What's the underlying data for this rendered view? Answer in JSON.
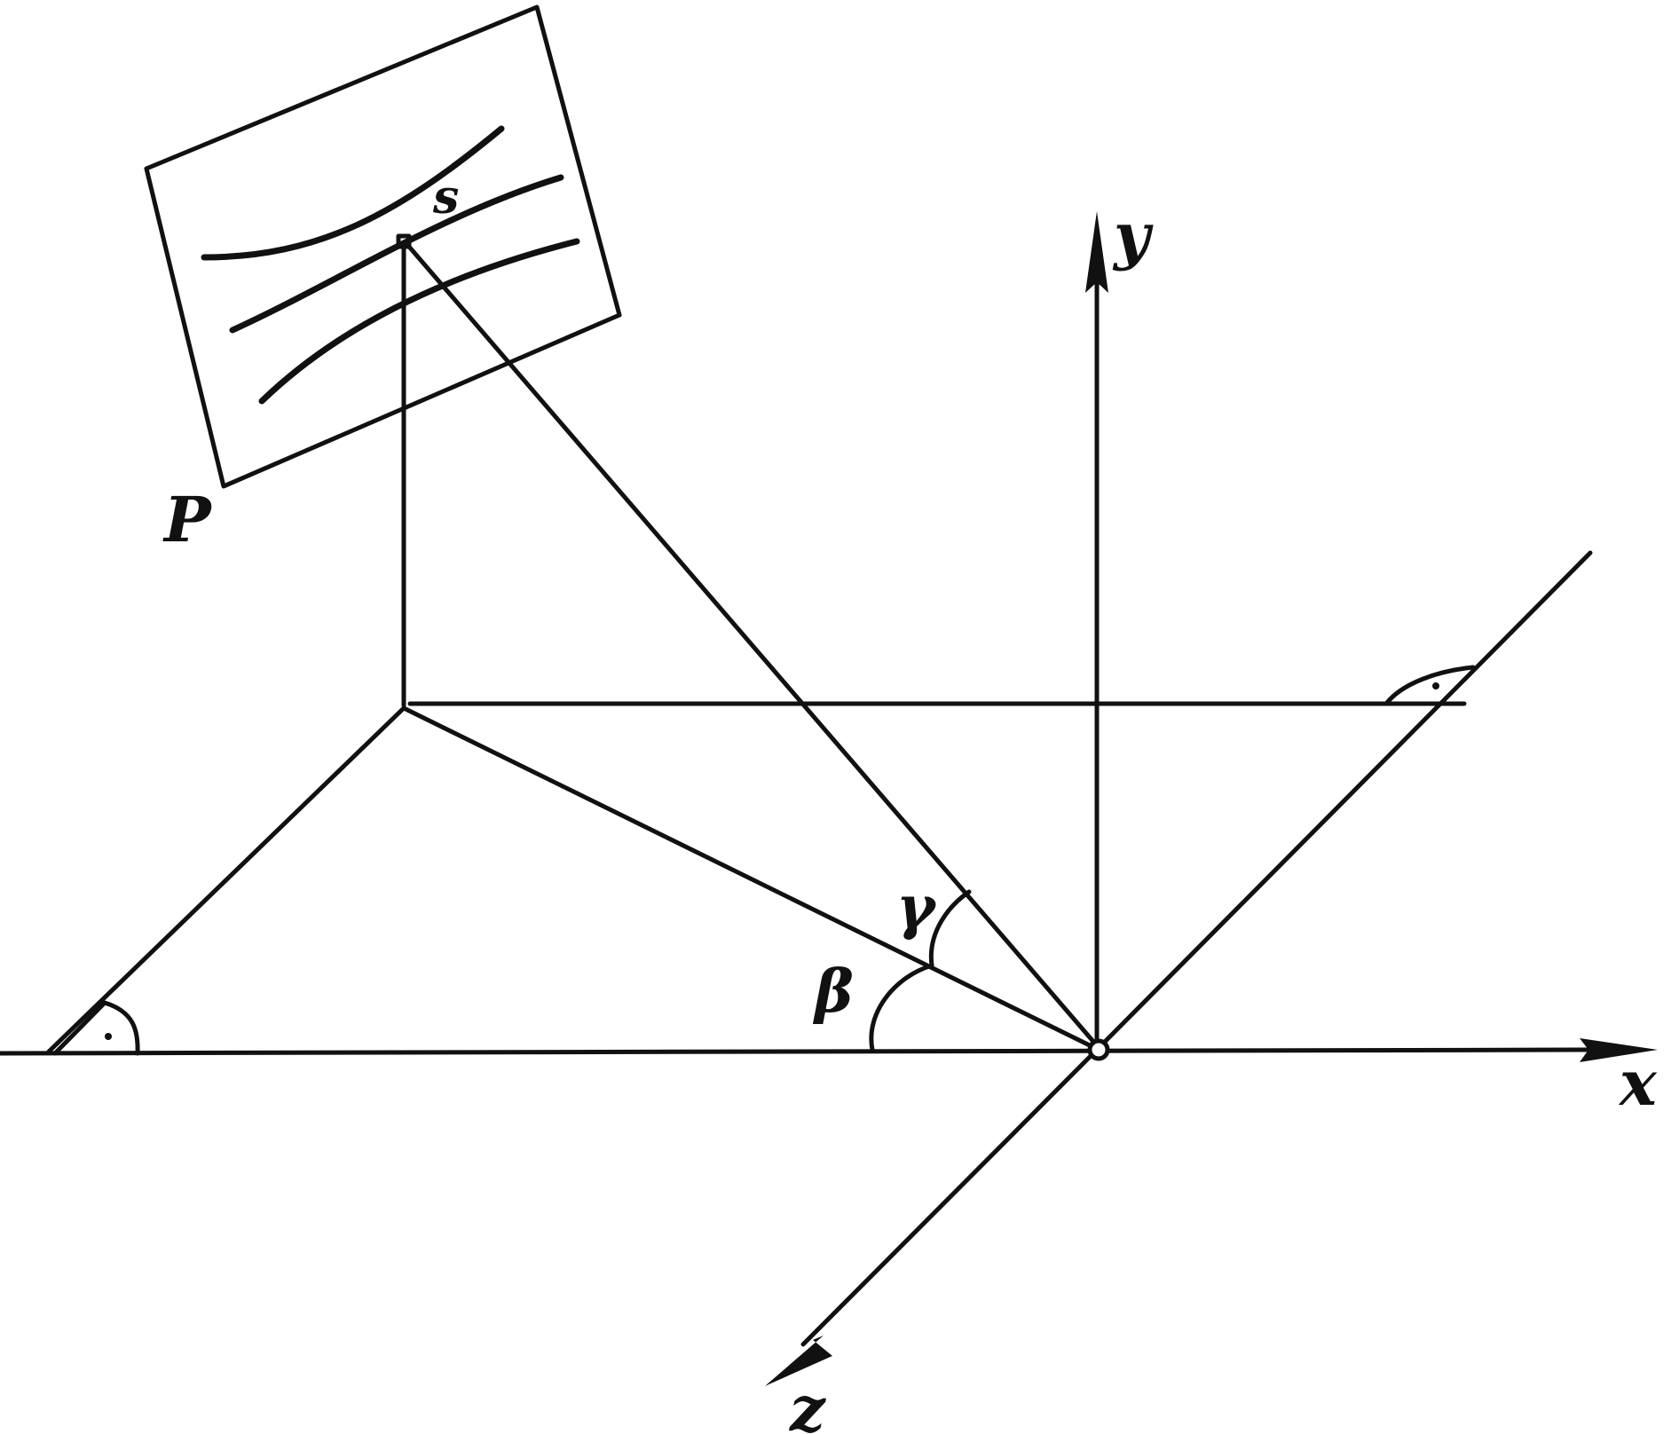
{
  "diagram": {
    "labels": {
      "axis_x": "x",
      "axis_y": "y",
      "axis_z": "z",
      "plane": "P",
      "line_mark": "s",
      "angle_beta": "β",
      "angle_gamma": "γ"
    },
    "colors": {
      "ink": "#111111",
      "paper": "#ffffff"
    }
  }
}
